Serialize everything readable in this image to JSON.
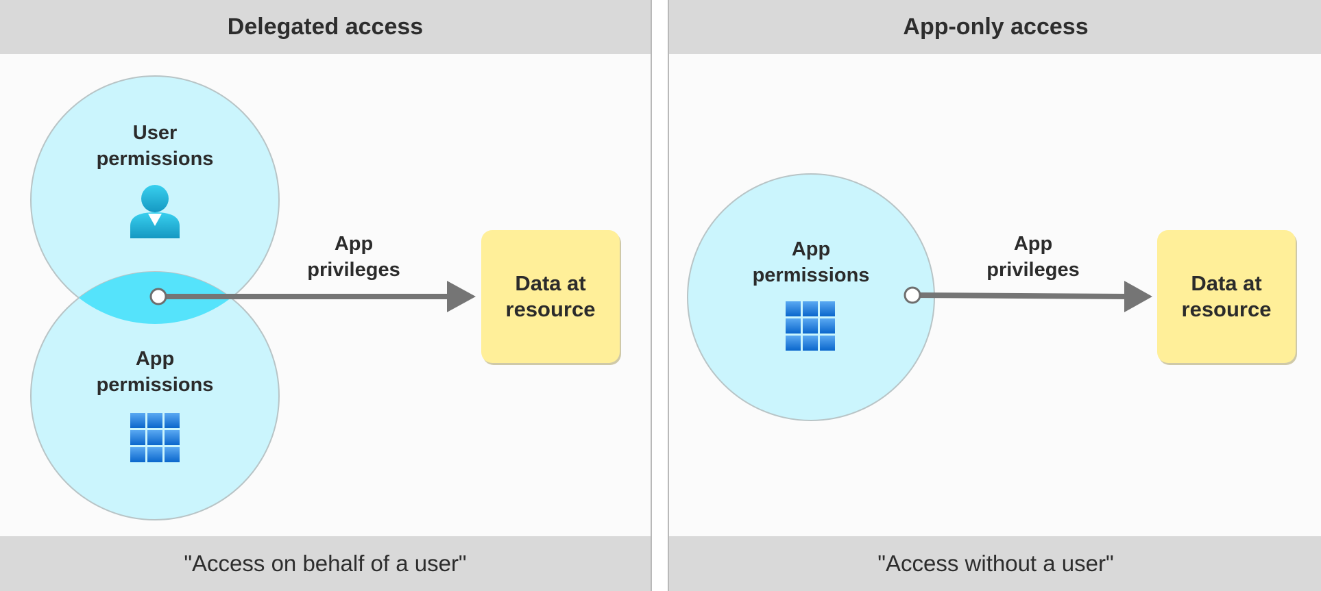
{
  "left_panel": {
    "header": "Delegated access",
    "footer": "\"Access on behalf of a user\"",
    "user_circle_label": "User\npermissions",
    "app_circle_label": "App\npermissions",
    "arrow_label": "App\nprivileges",
    "target_box_label": "Data at\nresource"
  },
  "right_panel": {
    "header": "App-only access",
    "footer": "\"Access without a user\"",
    "app_circle_label": "App\npermissions",
    "arrow_label": "App\nprivileges",
    "target_box_label": "Data at\nresource"
  },
  "icons": {
    "user": "user-icon",
    "app": "app-grid-icon"
  },
  "colors": {
    "header_bg": "#d9d9d9",
    "circle_fill": "#cbf5fd",
    "overlap_fill": "#55e3fb",
    "arrow": "#757575",
    "box_fill": "#ffef99"
  }
}
